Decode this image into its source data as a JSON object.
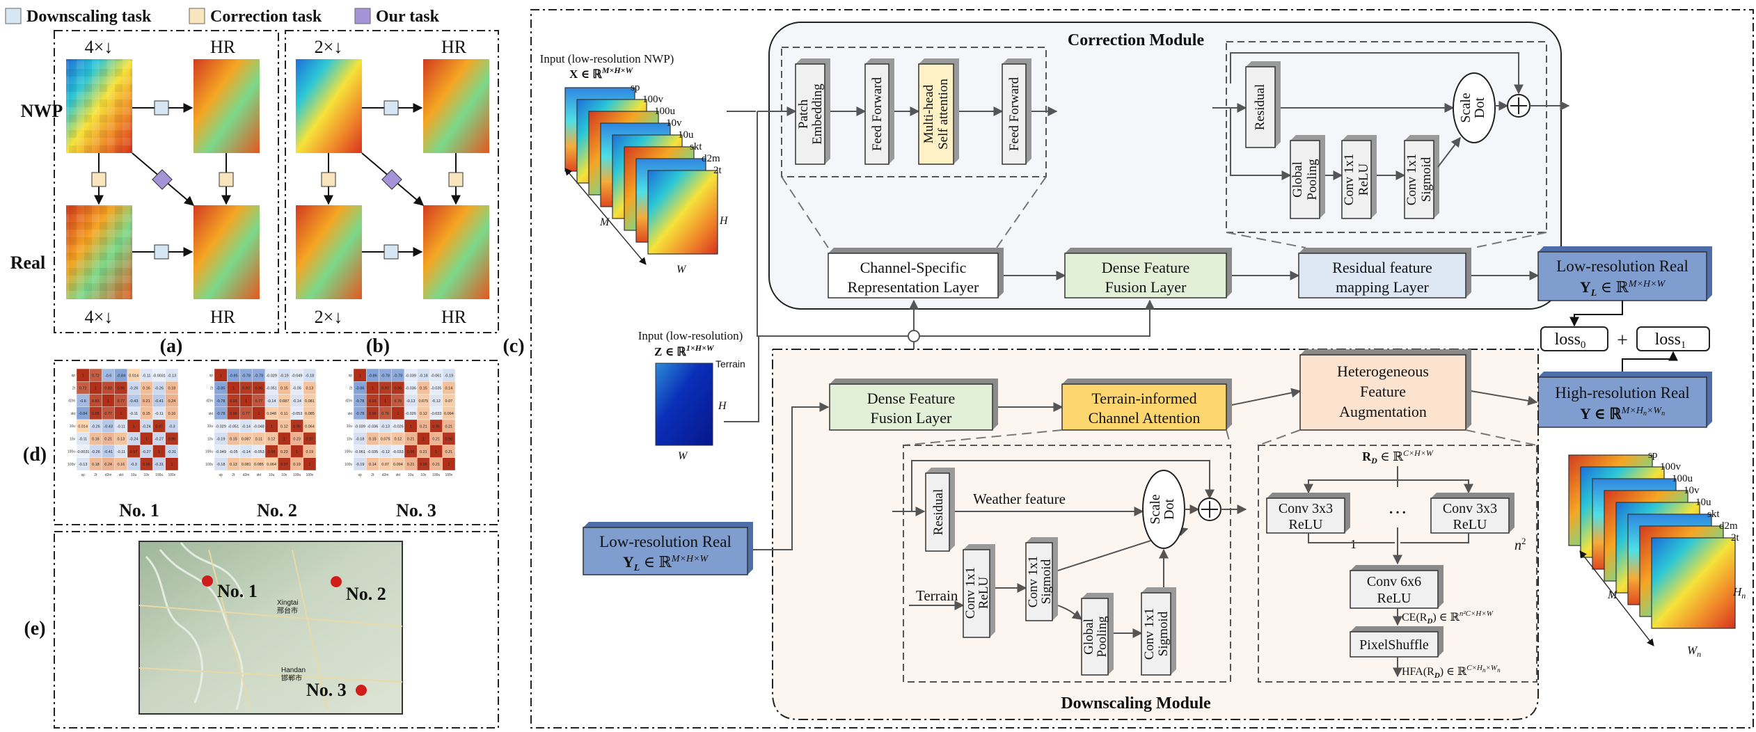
{
  "legend": {
    "downscaling": "Downscaling task",
    "correction": "Correction task",
    "ours": "Our task"
  },
  "panel_a": {
    "top_left": "4×↓",
    "top_right": "HR",
    "bottom_left": "4×↓",
    "bottom_right": "HR",
    "label": "(a)"
  },
  "panel_b": {
    "top_left": "2×↓",
    "top_right": "HR",
    "bottom_left": "2×↓",
    "bottom_right": "HR",
    "label": "(b)"
  },
  "row_labels": {
    "nwp": "NWP",
    "real": "Real"
  },
  "panel_c_label": "(c)",
  "panel_d": {
    "label": "(d)",
    "names": [
      "No. 1",
      "No. 2",
      "No. 3"
    ],
    "var_labels": [
      "sp",
      "2t",
      "d2m",
      "skt",
      "10u",
      "10v",
      "100u",
      "100v"
    ],
    "tables": [
      [
        [
          "1",
          "0.72",
          "-0.6",
          "-0.84",
          "0.014",
          "-0.11",
          "-0.0031",
          "-0.13"
        ],
        [
          "0.72",
          "1",
          "0.83",
          "0.95",
          "-0.26",
          "0.16",
          "-0.26",
          "0.18"
        ],
        [
          "-0.6",
          "0.83",
          "1",
          "0.77",
          "-0.43",
          "0.21",
          "-0.41",
          "0.24"
        ],
        [
          "-0.84",
          "0.95",
          "0.77",
          "1",
          "-0.11",
          "0.15",
          "-0.11",
          "0.16"
        ],
        [
          "0.014",
          "-0.26",
          "-0.43",
          "-0.11",
          "1",
          "-0.24",
          "0.97",
          "-0.3"
        ],
        [
          "-0.11",
          "0.16",
          "0.21",
          "0.13",
          "-0.24",
          "1",
          "-0.27",
          "0.96"
        ],
        [
          "-0.0031",
          "-0.26",
          "-0.41",
          "-0.11",
          "0.97",
          "-0.27",
          "1",
          "-0.31"
        ],
        [
          "-0.13",
          "0.18",
          "0.24",
          "0.16",
          "-0.3",
          "0.96",
          "-0.31",
          "1"
        ]
      ],
      [
        [
          "1",
          "-0.85",
          "-0.78",
          "-0.78",
          "-0.029",
          "-0.19",
          "-0.049",
          "-0.18"
        ],
        [
          "-0.85",
          "1",
          "0.93",
          "0.96",
          "-0.051",
          "0.15",
          "-0.05",
          "0.13"
        ],
        [
          "-0.78",
          "0.93",
          "1",
          "0.77",
          "-0.14",
          "0.087",
          "-0.14",
          "0.081"
        ],
        [
          "-0.78",
          "0.96",
          "0.77",
          "1",
          "0.048",
          "0.11",
          "-0.053",
          "0.085"
        ],
        [
          "-0.029",
          "-0.051",
          "-0.14",
          "-0.048",
          "1",
          "0.12",
          "0.96",
          "0.064"
        ],
        [
          "-0.19",
          "0.15",
          "0.087",
          "0.11",
          "0.12",
          "1",
          "0.23",
          "0.97"
        ],
        [
          "-0.049",
          "-0.05",
          "-0.14",
          "-0.053",
          "0.96",
          "0.23",
          "1",
          "0.19"
        ],
        [
          "-0.18",
          "0.13",
          "0.081",
          "0.085",
          "0.064",
          "0.97",
          "0.19",
          "1"
        ]
      ],
      [
        [
          "1",
          "-0.86",
          "-0.78",
          "-0.78",
          "-0.039",
          "-0.18",
          "-0.061",
          "-0.19"
        ],
        [
          "-0.86",
          "1",
          "0.93",
          "0.96",
          "-0.036",
          "0.15",
          "-0.035",
          "0.14"
        ],
        [
          "-0.78",
          "0.93",
          "1",
          "0.76",
          "-0.13",
          "0.075",
          "-0.12",
          "0.07"
        ],
        [
          "-0.78",
          "0.96",
          "0.76",
          "1",
          "-0.026",
          "0.12",
          "-0.033",
          "0.094"
        ],
        [
          "-0.039",
          "-0.036",
          "-0.13",
          "-0.026",
          "1",
          "0.21",
          "0.96",
          "0.21"
        ],
        [
          "-0.18",
          "0.15",
          "0.075",
          "0.12",
          "0.21",
          "1",
          "0.21",
          "0.96"
        ],
        [
          "-0.061",
          "-0.035",
          "-0.12",
          "-0.033",
          "0.96",
          "0.21",
          "1",
          "0.21"
        ],
        [
          "-0.19",
          "0.14",
          "0.07",
          "0.094",
          "0.21",
          "0.96",
          "0.21",
          "1"
        ]
      ]
    ]
  },
  "panel_e": {
    "label": "(e)",
    "stations": [
      "No. 1",
      "No. 2",
      "No. 3"
    ],
    "cities": [
      "Xingtai",
      "邢台市",
      "Handan",
      "邯郸市"
    ]
  },
  "inputs": {
    "nwp_title": "Input (low-resolution NWP)",
    "nwp_math": "X ∈ ℝ",
    "nwp_sup": "M×H×W",
    "nwp_vars": [
      "sp",
      "100v",
      "100u",
      "10v",
      "10u",
      "skt",
      "d2m",
      "2t"
    ],
    "dim_h": "H",
    "dim_w": "W",
    "dim_m": "M",
    "terrain_title": "Input (low-resolution)",
    "terrain_math": "Z ∈ ℝ",
    "terrain_sup": "1×H×W",
    "terrain_label": "Terrain"
  },
  "correction": {
    "title": "Correction Module",
    "patch_embedding": [
      "Patch",
      "Embedding"
    ],
    "feed_forward": "Feed Forward",
    "mhsa": [
      "Multi-head",
      "Self attention"
    ],
    "residual": "Residual",
    "global_pooling": [
      "Global",
      "Pooling"
    ],
    "conv_relu": [
      "Conv 1x1",
      "ReLU"
    ],
    "conv_sigmoid": [
      "Conv 1x1",
      "Sigmoid"
    ],
    "scale_dot": [
      "Scale",
      "Dot"
    ],
    "csrl": [
      "Channel-Specific",
      "Representation Layer"
    ],
    "dffl": [
      "Dense Feature",
      "Fusion Layer"
    ],
    "rfml": [
      "Residual feature",
      "mapping Layer"
    ]
  },
  "outputs": {
    "low_res_real": "Low-resolution Real",
    "low_res_math": "Y",
    "low_res_sub": "L",
    "low_res_rest": " ∈ ℝ",
    "low_res_sup": "M×H×W",
    "loss0": "loss",
    "loss0_sub": "0",
    "loss1": "loss",
    "loss1_sub": "1",
    "plus": "+",
    "high_res_real": "High-resolution Real",
    "high_res_math": "Y ∈ ℝ",
    "high_res_sup": "M×H",
    "high_res_sup_n": "n",
    "high_res_sup_w": "×W",
    "output_vars": [
      "sp",
      "100v",
      "100u",
      "10v",
      "10u",
      "skt",
      "d2m",
      "2t"
    ],
    "dim_hn": "H",
    "dim_wn": "W",
    "dim_n": "n",
    "dim_m": "M"
  },
  "downscaling": {
    "title": "Downscaling Module",
    "dffl": [
      "Dense Feature",
      "Fusion Layer"
    ],
    "tica": [
      "Terrain-informed",
      "Channel Attention"
    ],
    "hfa": [
      "Heterogeneous",
      "Feature",
      "Augmentation"
    ],
    "residual": "Residual",
    "weather_feature": "Weather feature",
    "terrain": "Terrain",
    "conv_relu": [
      "Conv 1x1",
      "ReLU"
    ],
    "conv_sigmoid": [
      "Conv 1x1",
      "Sigmoid"
    ],
    "global_pooling": [
      "Global",
      "Pooling"
    ],
    "conv_sigmoid2": [
      "Conv 1x1",
      "Sigmoid"
    ],
    "scale_dot": [
      "Scale",
      "Dot"
    ],
    "rd": "R",
    "rd_sub": "D",
    "rd_rest": " ∈ ℝ",
    "rd_sup": "C×H×W",
    "conv33": [
      "Conv 3x3",
      "ReLU"
    ],
    "dots": "···",
    "idx1": "1",
    "idx_n": "n",
    "idx_n_sup": "2",
    "conv66": [
      "Conv 6x6",
      "ReLU"
    ],
    "ce": "CE(R",
    "ce_rest": ") ∈ ℝ",
    "ce_sup": "n²C×H×W",
    "pixelshuffle": "PixelShuffle",
    "hfa_out": "HFA(R",
    "hfa_out_rest": ") ∈ ℝ",
    "hfa_out_sup": "C×H",
    "low_res_input": "Low-resolution Real",
    "low_res_input_math": "Y",
    "low_res_input_sub": "L",
    "low_res_input_rest": " ∈ ℝ",
    "low_res_input_sup": "M×H×W"
  },
  "colors": {
    "downscaling": "#d6e6f3",
    "correction": "#f9e5bd",
    "ours": "#a493d6",
    "blue_box": "#7f9dcf",
    "green_box": "#e3f0d8",
    "yellow_box": "#fed66f",
    "orange_box": "#fbe3d0",
    "light_blue_box": "#dde8f4",
    "pale_yellow": "#fdf1c5",
    "module_bg_top": "#f4f6fa",
    "module_bg_bottom": "#fcf5f0"
  }
}
